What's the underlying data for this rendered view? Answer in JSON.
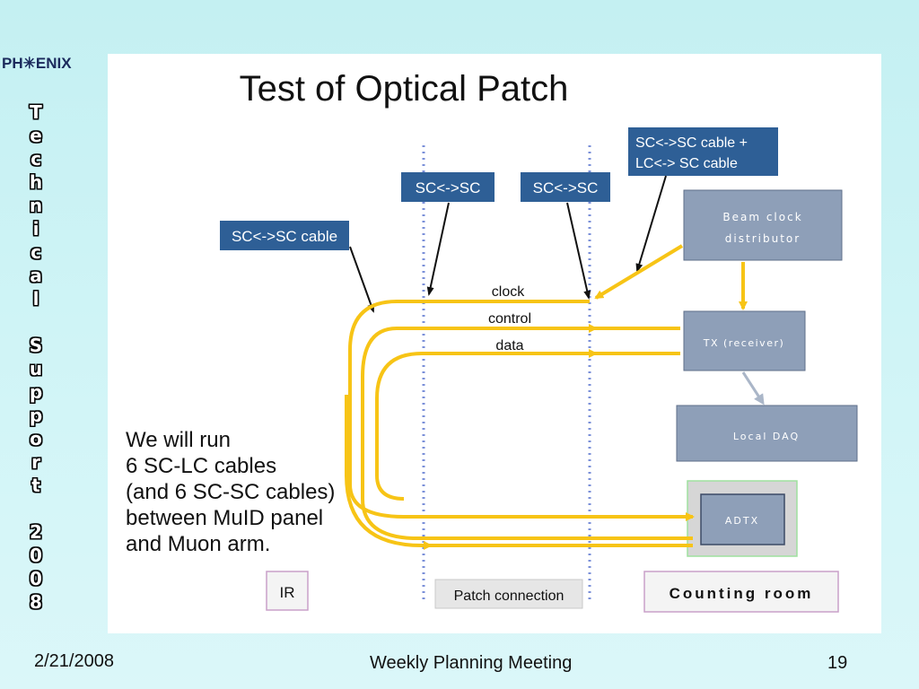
{
  "logo": {
    "text": "PH✳ENIX"
  },
  "side_title": {
    "lines": [
      "T",
      "e",
      "c",
      "h",
      "n",
      "i",
      "c",
      "a",
      "l",
      " ",
      "S",
      "u",
      "p",
      "p",
      "o",
      "r",
      "t",
      " ",
      "2",
      "0",
      "0",
      "8"
    ]
  },
  "diagram": {
    "title": "Test of Optical Patch",
    "callouts": {
      "sc_sc_cable": "SC<->SC cable",
      "sc_sc_left": "SC<->SC",
      "sc_sc_right": "SC<->SC",
      "sc_lc_line1": "SC<->SC cable +",
      "sc_lc_line2": "LC<-> SC cable"
    },
    "signals": {
      "clock": "clock",
      "control": "control",
      "data": "data"
    },
    "boxes": {
      "beam_line1": "Beam clock",
      "beam_line2": "distributor",
      "tx": "TX (receiver)",
      "local_daq": "Local DAQ",
      "adtx": "ADTX"
    },
    "note_lines": [
      "We will run",
      "6 SC-LC cables",
      "(and 6 SC-SC cables)",
      "between MuID panel",
      "and Muon arm."
    ],
    "regions": {
      "ir": "IR",
      "patch": "Patch connection",
      "counting": "Counting room"
    },
    "colors": {
      "callout": "#2e5f96",
      "cable": "#f7c416",
      "box": "#8e9fb8",
      "dotted": "#7a8fd8"
    }
  },
  "footer": {
    "date": "2/21/2008",
    "title": "Weekly Planning Meeting",
    "page": "19"
  }
}
